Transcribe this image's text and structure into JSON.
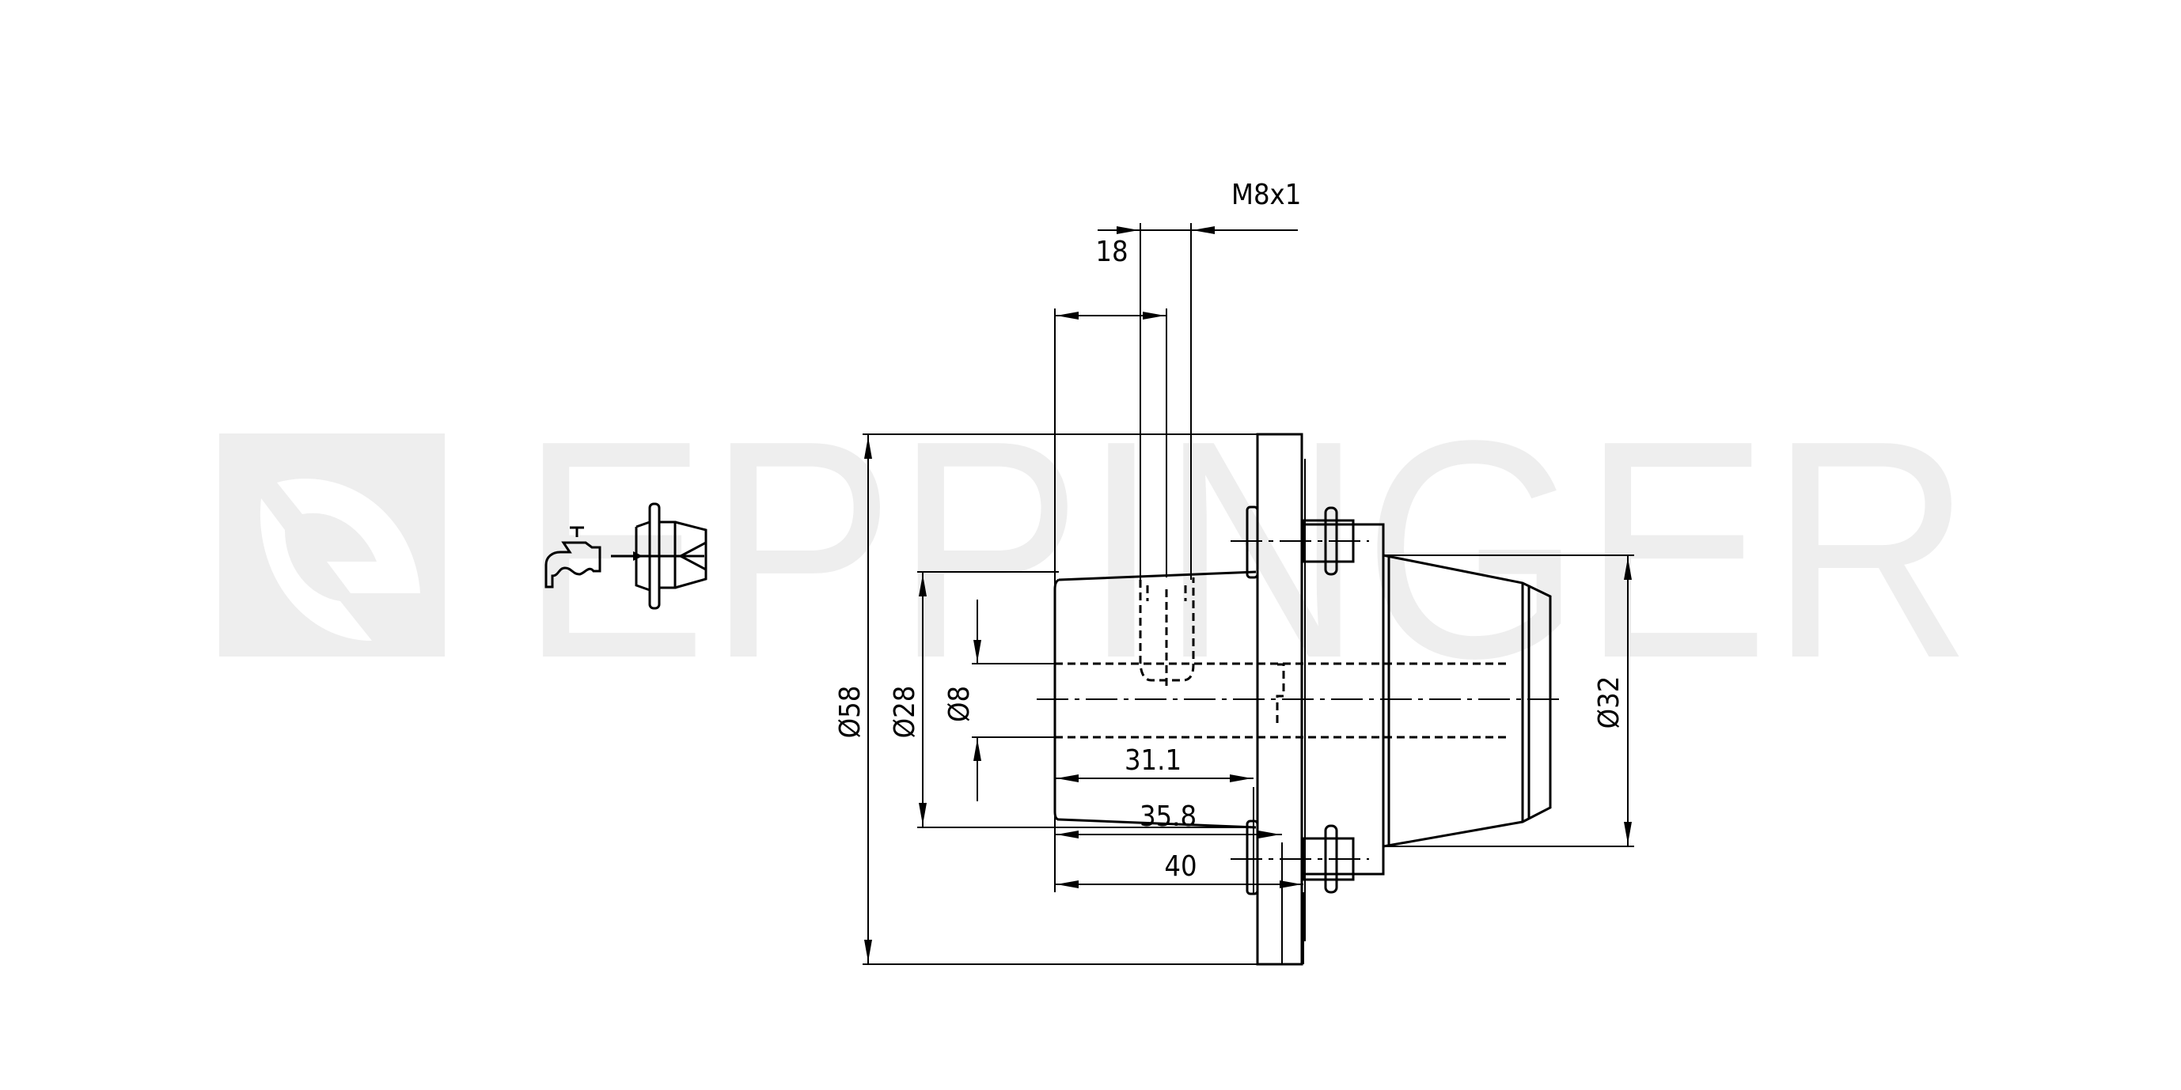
{
  "watermark": {
    "brand": "EPPINGER",
    "color": "#eeeeee"
  },
  "icons": [
    "coolant-tap-icon",
    "tool-holder-coolant-symbol-icon"
  ],
  "dimensions": {
    "outer_diameter": "Ø58",
    "shank_diameter": "Ø28",
    "bore_diameter": "Ø8",
    "cone_diameter": "Ø32",
    "thread": "M8x1",
    "thread_position": "18",
    "length_1": "31.1",
    "length_2": "35.8",
    "length_3": "40"
  }
}
